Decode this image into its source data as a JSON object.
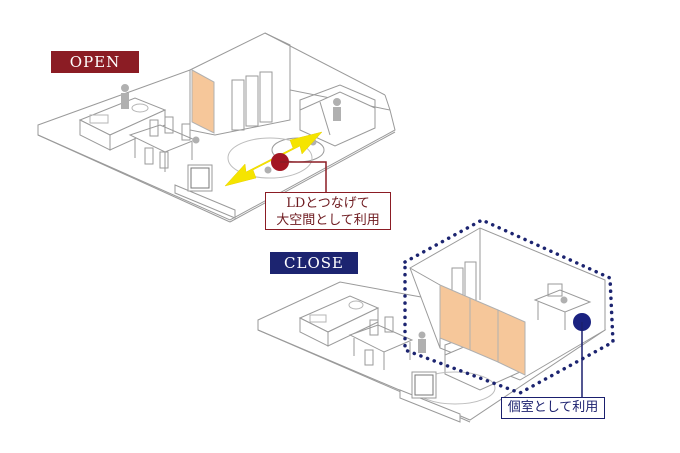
{
  "open_section": {
    "badge_label": "OPEN",
    "callout_line1": "LDとつなげて",
    "callout_line2": "大空間として利用"
  },
  "close_section": {
    "badge_label": "CLOSE",
    "callout_label": "個室として利用"
  },
  "colors": {
    "open_badge": "#8b1c24",
    "close_badge": "#1c2470",
    "partition": "#f6c79a",
    "arrow": "#f5e400",
    "open_marker": "#a31622",
    "close_marker": "#1a2280",
    "line_art": "#9a9a9a"
  }
}
